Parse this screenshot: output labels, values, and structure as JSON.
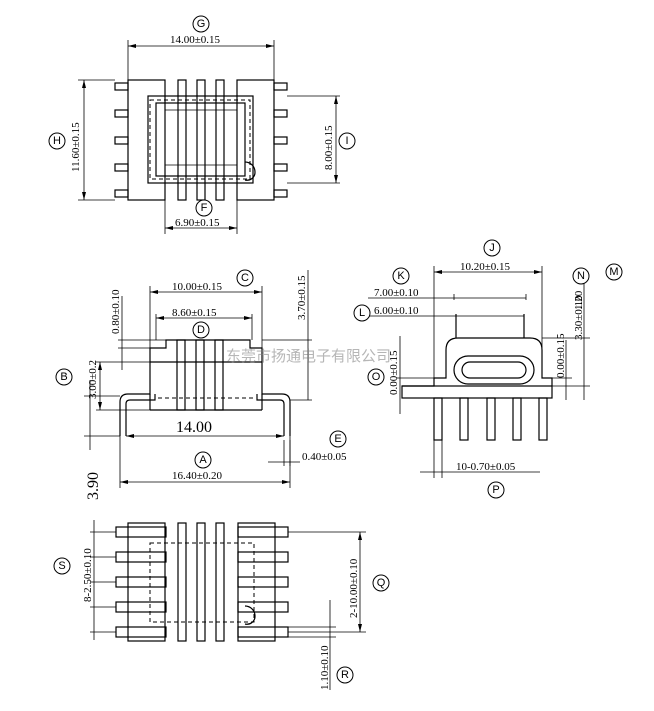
{
  "dimensions": {
    "g_width": "14.00±0.15",
    "h_height": "11.60±0.15",
    "i_height": "8.00±0.15",
    "f_width": "6.90±0.15",
    "c_width": "10.00±0.15",
    "d_width": "8.60±0.15",
    "top_step": "0.80±0.10",
    "b_height": "3.00±0.2",
    "side_height": "3.70±0.15",
    "body_width": "14.00",
    "a_width": "16.40±0.20",
    "e_thick": "0.40±0.05",
    "total_height": "3.90",
    "j_width": "10.20±0.15",
    "k_width": "7.00±0.10",
    "l_width": "6.00±0.10",
    "n_value": "3.30±0.10",
    "m_value": "1.20",
    "o_left": "0.00±0.15",
    "o_right": "0.00±0.15",
    "p_pins": "10-0.70±0.05",
    "s_pitch": "8-2.50±0.10",
    "q_span": "2-10.00±0.10",
    "r_pad": "1.10±0.10"
  },
  "labels": {
    "A": "A",
    "B": "B",
    "C": "C",
    "D": "D",
    "E": "E",
    "F": "F",
    "G": "G",
    "H": "H",
    "I": "I",
    "J": "J",
    "K": "K",
    "L": "L",
    "M": "M",
    "N": "N",
    "O": "O",
    "P": "P",
    "Q": "Q",
    "R": "R",
    "S": "S"
  },
  "watermark": "东莞市扬通电子有限公司"
}
